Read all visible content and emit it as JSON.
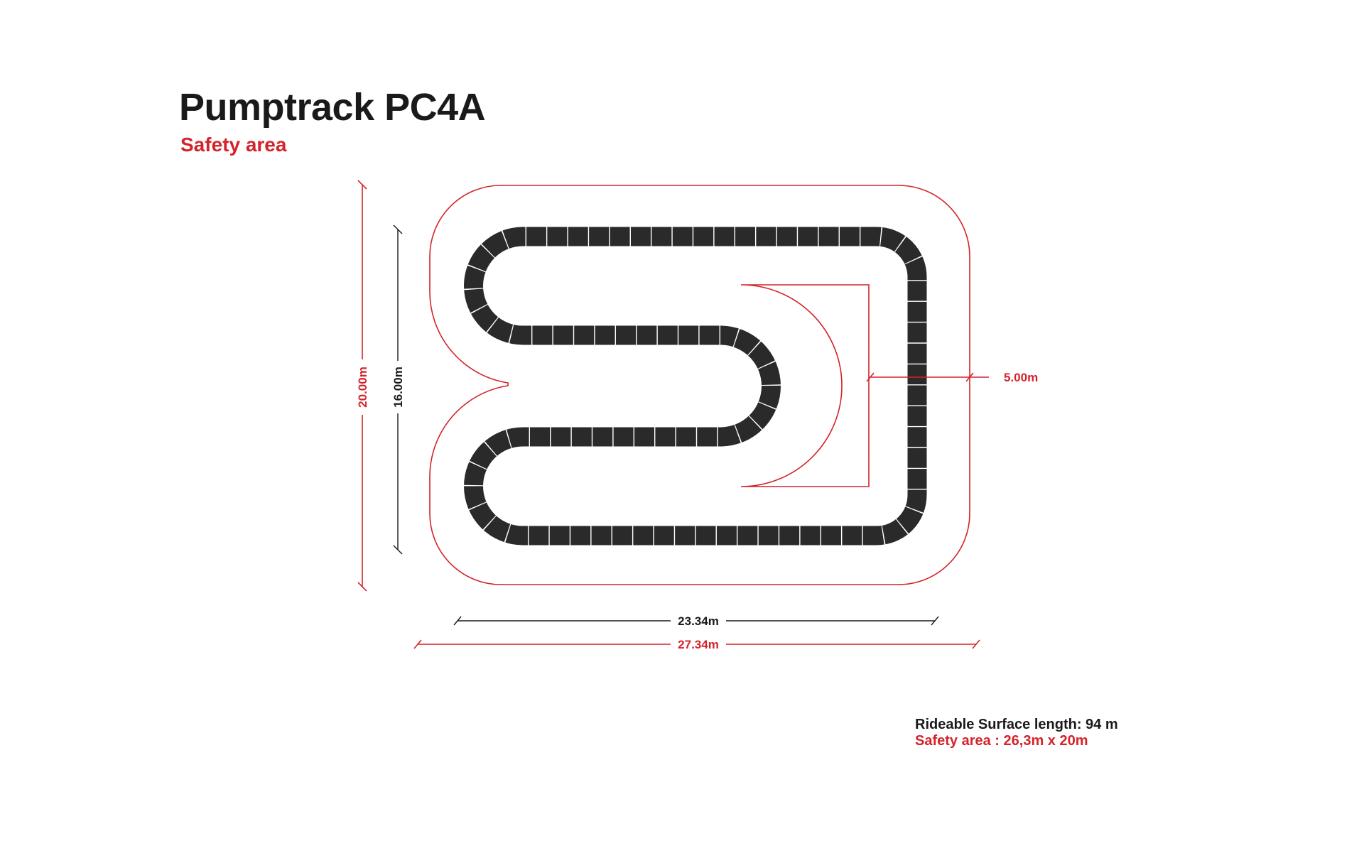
{
  "header": {
    "title": "Pumptrack PC4A",
    "subtitle": "Safety area"
  },
  "dimensions": {
    "safety_height": "20.00m",
    "track_height": "16.00m",
    "track_width": "23.34m",
    "safety_width": "27.34m",
    "safety_offset": "5.00m"
  },
  "info": {
    "rideable_length": "Rideable Surface length: 94 m",
    "safety_area": "Safety area : 26,3m x 20m"
  },
  "colors": {
    "track": "#2a2a2a",
    "safety_line": "#d4232a",
    "dimension_line": "#1a1a1a",
    "background": "#ffffff"
  }
}
